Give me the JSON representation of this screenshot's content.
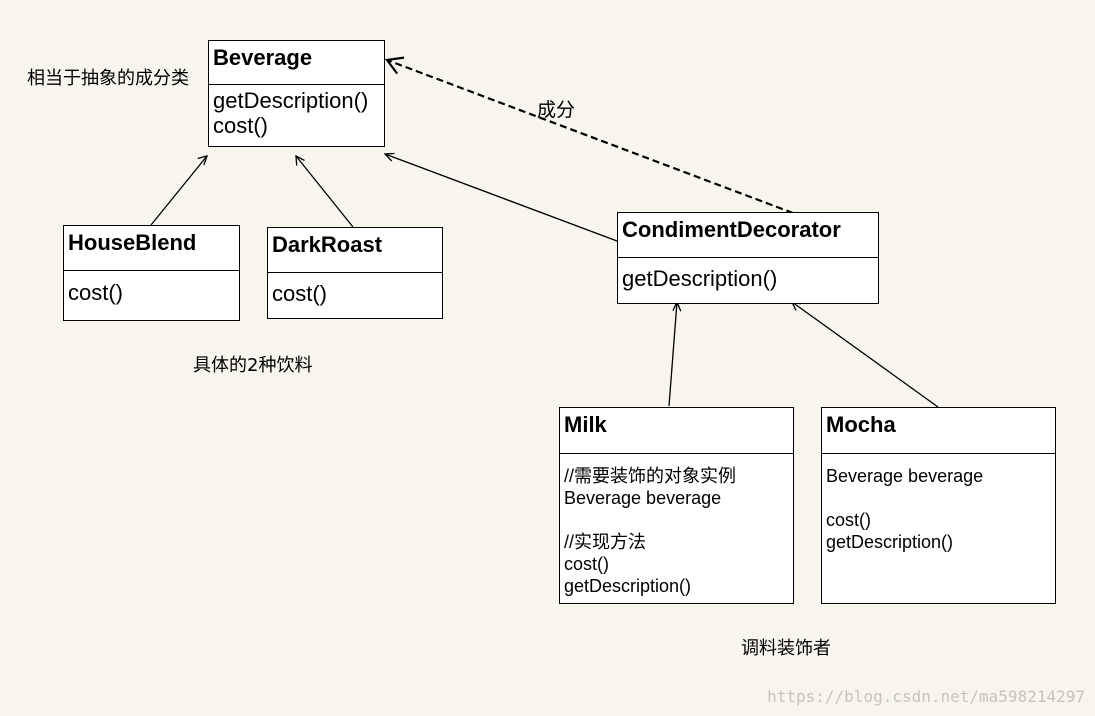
{
  "classes": {
    "beverage": {
      "name": "Beverage",
      "methods": [
        "getDescription()",
        "cost()"
      ]
    },
    "houseblend": {
      "name": "HouseBlend",
      "methods": [
        "cost()"
      ]
    },
    "darkroast": {
      "name": "DarkRoast",
      "methods": [
        "cost()"
      ]
    },
    "condiment": {
      "name": "CondimentDecorator",
      "methods": [
        "getDescription()"
      ]
    },
    "milk": {
      "name": "Milk",
      "lines": [
        "//需要装饰的对象实例",
        "Beverage beverage",
        "",
        "//实现方法",
        "cost()",
        "getDescription()"
      ]
    },
    "mocha": {
      "name": "Mocha",
      "lines": [
        "Beverage beverage",
        "",
        "cost()",
        "getDescription()"
      ]
    }
  },
  "notes": {
    "abstract": "相当于抽象的成分类",
    "composition": "成分",
    "concrete": "具体的2种饮料",
    "decorators": "调料装饰者"
  },
  "watermark": "https://blog.csdn.net/ma598214297"
}
